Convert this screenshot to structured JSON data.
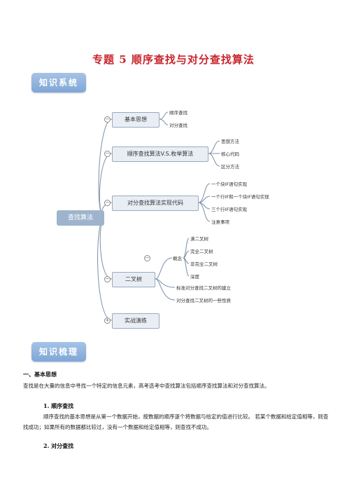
{
  "title": "专题 5  顺序查找与对分查找算法",
  "section_tags": {
    "knowledge_system": "知识系统",
    "knowledge_review": "知识梳理"
  },
  "mindmap": {
    "root": "查找算法",
    "branches": [
      {
        "label": "基本思想",
        "children": [
          "顺序查找",
          "对分查找"
        ]
      },
      {
        "label": "顺序查找算法V.S.枚举算法",
        "children": [
          "思想方法",
          "核心代码",
          "区分方法"
        ]
      },
      {
        "label": "对分查找算法实现代码",
        "children": [
          "一个块IF语句实现",
          "一个行IF和一个块IF语句实现",
          "三个行IF语句实现",
          "注意事项"
        ]
      },
      {
        "label": "二叉树",
        "sub_label": "概念",
        "sub_children": [
          "满二叉树",
          "完全二叉树",
          "非完全二叉树",
          "深度"
        ],
        "children": [
          "标准对分查找二叉树的建立",
          "对分查找二叉树的一些性质"
        ]
      },
      {
        "label": "实战演练",
        "children": []
      }
    ]
  },
  "content": {
    "heading1": "一、基本思想",
    "intro": "查找是在大量的信息中寻找一个特定的信息元素，高考选考中查找算法包括顺序查找算法和对分查找算法。",
    "sub1_title": "1.  顺序查找",
    "sub1_text": "顺序查找的基本思想是从第一个数据开始，按数据的顺序逐个将数据与给定的值进行比较。  若某个数据和给定值相等，则查找成功；如果所有的数据都比较过，没有一个数据和给定值相等，则查找不成功。",
    "sub2_title": "2.  对分查找"
  }
}
